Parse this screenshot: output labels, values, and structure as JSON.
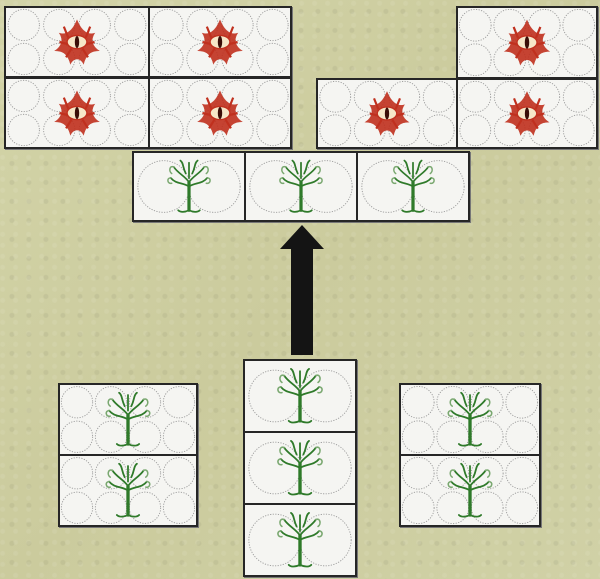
{
  "diagram": {
    "description_free": true,
    "enemy_emblem": "red-eye-emblem",
    "friendly_emblem": "white-tree-emblem",
    "colors": {
      "enemy": "#c0301e",
      "friendly": "#2f7a2a",
      "friendly_light": "#7aa870",
      "stand_bg": "#f5f5f2",
      "stand_border": "#262626",
      "arrow": "#141414"
    },
    "groups": [
      {
        "id": "enemy-left",
        "side": "enemy",
        "rows": 2,
        "cols": 2,
        "stands": 4
      },
      {
        "id": "enemy-right",
        "side": "enemy",
        "stands": 3
      },
      {
        "id": "friendly-front",
        "side": "friendly",
        "rows": 1,
        "cols": 3,
        "stands": 3
      },
      {
        "id": "friendly-left",
        "side": "friendly",
        "rows": 2,
        "cols": 1,
        "stands": 2
      },
      {
        "id": "friendly-center",
        "side": "friendly",
        "rows": 3,
        "cols": 1,
        "stands": 3
      },
      {
        "id": "friendly-right",
        "side": "friendly",
        "rows": 2,
        "cols": 1,
        "stands": 2
      }
    ],
    "arrow": {
      "direction": "up"
    }
  }
}
